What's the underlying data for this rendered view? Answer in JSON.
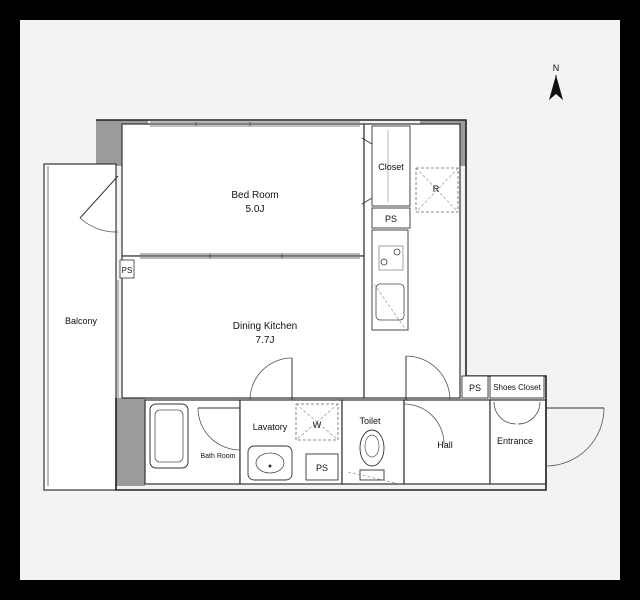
{
  "compass": {
    "label": "N"
  },
  "rooms": {
    "bedroom": {
      "name": "Bed Room",
      "size": "5.0J"
    },
    "dining_kitchen": {
      "name": "Dining Kitchen",
      "size": "7.7J"
    },
    "balcony": {
      "name": "Balcony"
    },
    "closet": {
      "name": "Closet"
    },
    "refrigerator": {
      "name": "R"
    },
    "ps_closet": {
      "name": "PS"
    },
    "ps_left": {
      "name": "PS"
    },
    "ps_lavatory": {
      "name": "PS"
    },
    "ps_hall": {
      "name": "PS"
    },
    "shoes_closet": {
      "name": "Shoes Closet"
    },
    "lavatory": {
      "name": "Lavatory"
    },
    "washer": {
      "name": "W"
    },
    "toilet": {
      "name": "Toilet"
    },
    "bath_room": {
      "name": "Bath Room"
    },
    "hall": {
      "name": "Hall"
    },
    "entrance": {
      "name": "Entrance"
    }
  }
}
